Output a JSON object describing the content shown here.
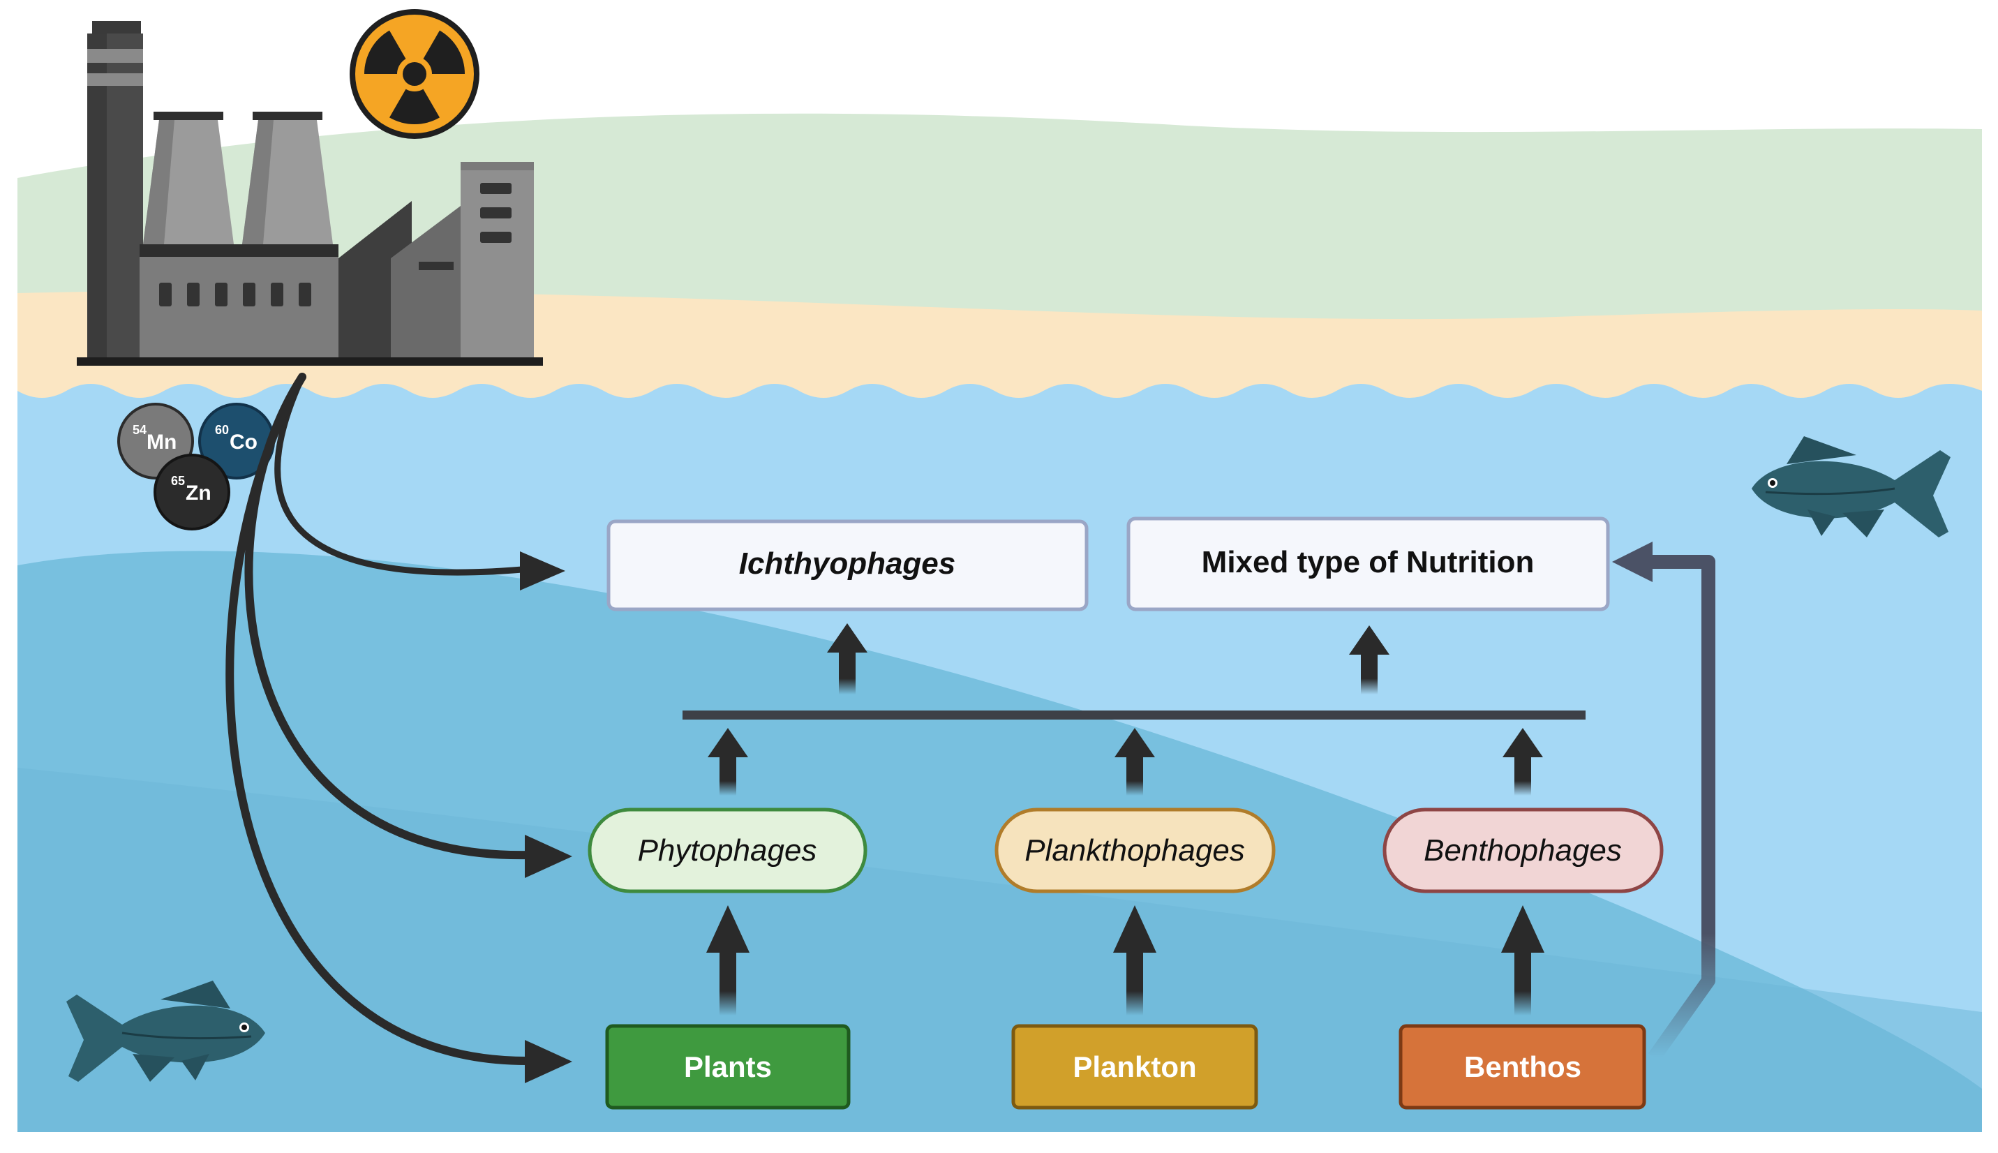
{
  "diagram": {
    "top_boxes": {
      "ichthyophages": "Ichthyophages",
      "mixed": "Mixed type of Nutrition"
    },
    "consumers": {
      "phytophages": "Phytophages",
      "plankthophages": "Plankthophages",
      "benthophages": "Benthophages"
    },
    "producers": {
      "plants": "Plants",
      "plankton": "Plankton",
      "benthos": "Benthos"
    },
    "isotopes": [
      {
        "mass": "54",
        "symbol": "Mn"
      },
      {
        "mass": "60",
        "symbol": "Co"
      },
      {
        "mass": "65",
        "symbol": "Zn"
      }
    ],
    "icons": [
      "factory-icon",
      "radiation-icon",
      "fish-icon"
    ],
    "colors": {
      "plants": "#3f9a3f",
      "plankton": "#d1a02a",
      "benthos": "#d6733a",
      "phytophages_fill": "#e3f2dc",
      "plankthophages_fill": "#f6e3bd",
      "benthophages_fill": "#f1d5d5",
      "water": "#78c0df",
      "land": "#d6e9d5",
      "sand": "#fbe6c3",
      "radiation": "#f5a524"
    }
  }
}
